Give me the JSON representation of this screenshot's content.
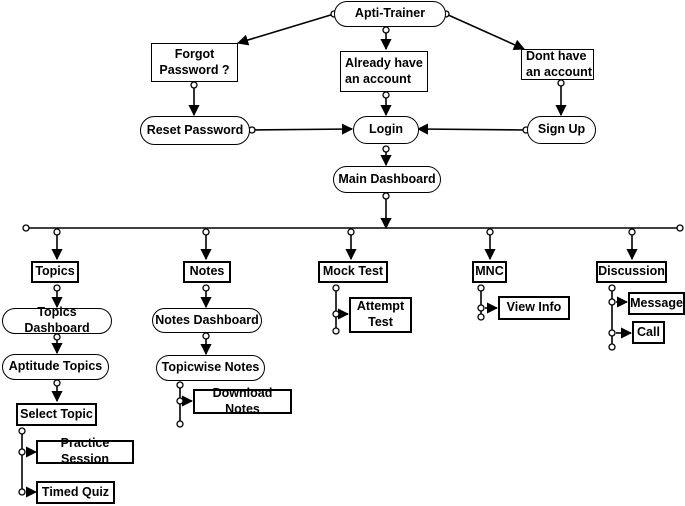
{
  "nodes": {
    "apti_trainer": "Apti-Trainer",
    "forgot_password": "Forgot\nPassword ?",
    "already_have_account": "Already have\nan account",
    "dont_have_account": "Dont  have\nan account",
    "reset_password": "Reset Password",
    "login": "Login",
    "sign_up": "Sign Up",
    "main_dashboard": "Main Dashboard",
    "topics": "Topics",
    "notes": "Notes",
    "mock_test": "Mock Test",
    "mnc": "MNC",
    "discussion": "Discussion",
    "topics_dashboard": "Topics Dashboard",
    "aptitude_topics": "Aptitude Topics",
    "select_topic": "Select Topic",
    "practice_session": "Practice Session",
    "timed_quiz": "Timed Quiz",
    "notes_dashboard": "Notes Dashboard",
    "topicwise_notes": "Topicwise Notes",
    "download_notes": "Download Notes",
    "attempt_test": "Attempt\nTest",
    "view_info": "View Info",
    "message": "Message",
    "call": "Call"
  }
}
